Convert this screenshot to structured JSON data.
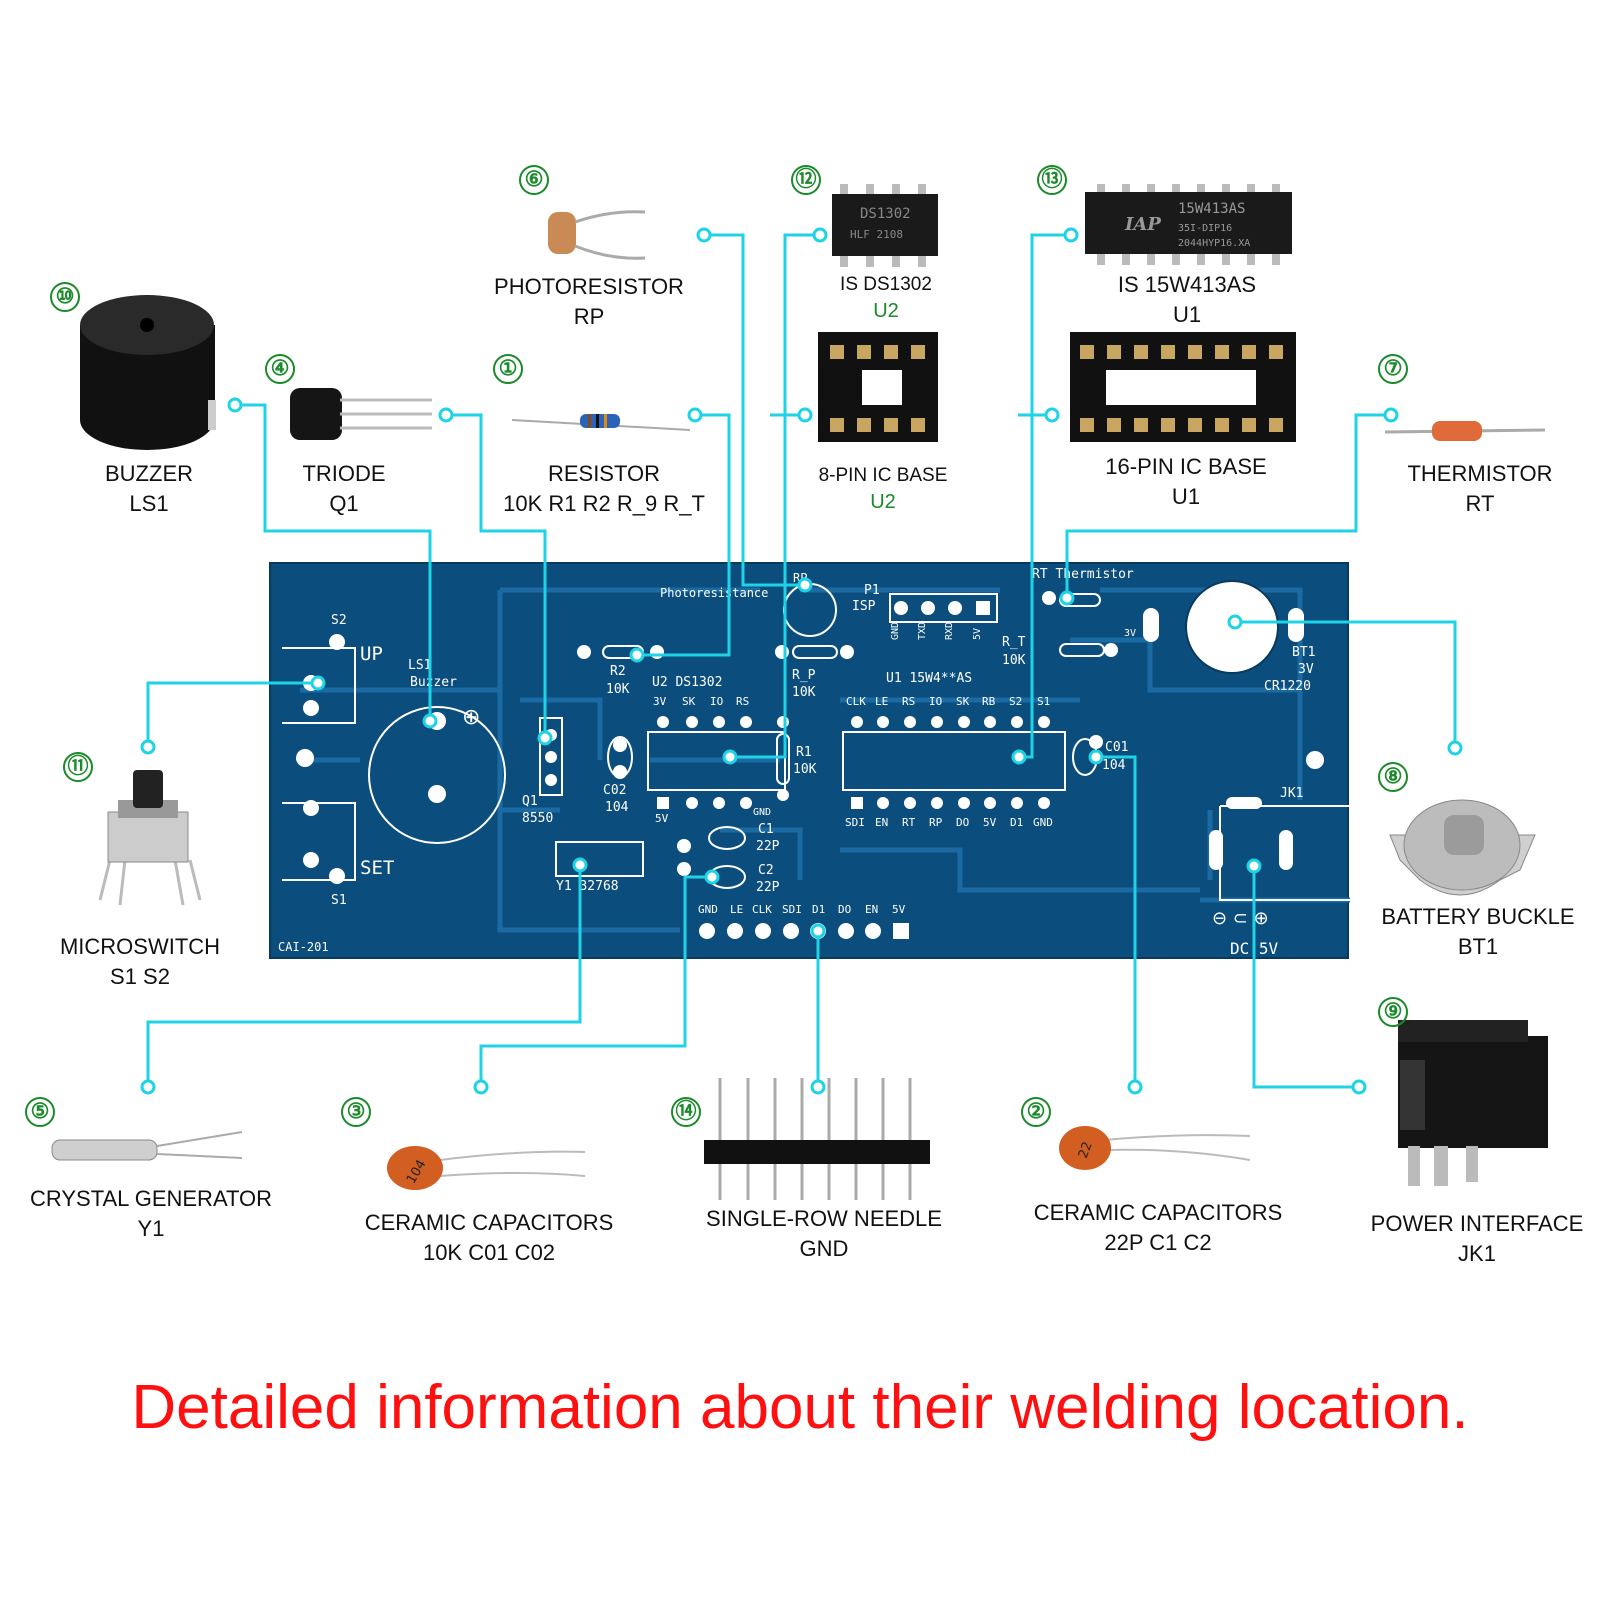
{
  "banner": "Detailed information about their welding location.",
  "colors": {
    "pcb": "#0b4d7c",
    "leader": "#1fd3e6",
    "number": "#1a8a2a",
    "banner": "#ff1010"
  },
  "components": {
    "buzzer": {
      "num": "⑩",
      "name": "BUZZER",
      "ref": "LS1"
    },
    "triode": {
      "num": "④",
      "name": "TRIODE",
      "ref": "Q1"
    },
    "resistor": {
      "num": "①",
      "name": "RESISTOR",
      "ref": "10K R1 R2 R_9 R_T"
    },
    "photo": {
      "num": "⑥",
      "name": "PHOTORESISTOR",
      "ref": "RP"
    },
    "ds1302": {
      "num": "⑫",
      "name": "IS DS1302",
      "ref": "U2"
    },
    "base8": {
      "name": "8-PIN IC BASE",
      "ref": "U2"
    },
    "ic15": {
      "num": "⑬",
      "name": "IS 15W413AS",
      "ref": "U1"
    },
    "base16": {
      "name": "16-PIN IC BASE",
      "ref": "U1"
    },
    "thermistor": {
      "num": "⑦",
      "name": "THERMISTOR",
      "ref": "RT"
    },
    "microswitch": {
      "num": "⑪",
      "name": "MICROSWITCH",
      "ref": "S1 S2"
    },
    "battery": {
      "num": "⑧",
      "name": "BATTERY BUCKLE",
      "ref": "BT1"
    },
    "crystal": {
      "num": "⑤",
      "name": "CRYSTAL GENERATOR",
      "ref": "Y1"
    },
    "cap104": {
      "num": "③",
      "name": "CERAMIC CAPACITORS",
      "ref": "10K C01 C02",
      "marking": "104"
    },
    "header": {
      "num": "⑭",
      "name": "SINGLE-ROW NEEDLE",
      "ref": "GND"
    },
    "cap22": {
      "num": "②",
      "name": "CERAMIC CAPACITORS",
      "ref": "22P C1 C2",
      "marking": "22"
    },
    "power": {
      "num": "⑨",
      "name": "POWER INTERFACE",
      "ref": "JK1"
    }
  },
  "chip_markings": {
    "ds1302": [
      "DS1302",
      "HLF 2108"
    ],
    "ic15": [
      "IAP",
      "15W413AS",
      "35I-DIP16",
      "2044HYP16.XA"
    ]
  },
  "pcb": {
    "board_id": "CAI-201",
    "photoresistance": "Photoresistance",
    "rp": "RP",
    "p1": "P1",
    "isp": "ISP",
    "isp_pins": [
      "GND",
      "TXD",
      "RXD",
      "5V"
    ],
    "rt_thermistor": "RT Thermistor",
    "r_t": "R_T",
    "r_t_val": "10K",
    "bt1": "BT1",
    "bt1_v": "3V",
    "bt1_type": "CR1220",
    "batt_minus": "3V",
    "s2": "S2",
    "up": "UP",
    "set": "SET",
    "s1": "S1",
    "ls1": "LS1",
    "buzzer": "Buzzer",
    "r2": "R2",
    "r2_val": "10K",
    "u2": "U2 DS1302",
    "u2_pins": [
      "3V",
      "SK",
      "IO",
      "RS"
    ],
    "u2_gnd": "GND",
    "u2_5v": "5V",
    "r_p": "R_P",
    "r_p_val": "10K",
    "r1": "R1",
    "r1_val": "10K",
    "u1": "U1 15W4**AS",
    "u1_top": [
      "CLK",
      "LE",
      "RS",
      "IO",
      "SK",
      "RB",
      "S2",
      "S1"
    ],
    "u1_bot": [
      "SDI",
      "EN",
      "RT",
      "RP",
      "DO",
      "5V",
      "D1",
      "GND"
    ],
    "c01": "C01",
    "c01_val": "104",
    "c02": "C02",
    "c02_val": "104",
    "q1": "Q1",
    "q1_val": "8550",
    "c1": "C1",
    "c1_val": "22P",
    "c2": "C2",
    "c2_val": "22P",
    "y1": "Y1 32768",
    "hdr_pins": [
      "GND",
      "LE",
      "CLK",
      "SDI",
      "D1",
      "DO",
      "EN",
      "5V"
    ],
    "jk1": "JK1",
    "dc": "DC 5V"
  }
}
